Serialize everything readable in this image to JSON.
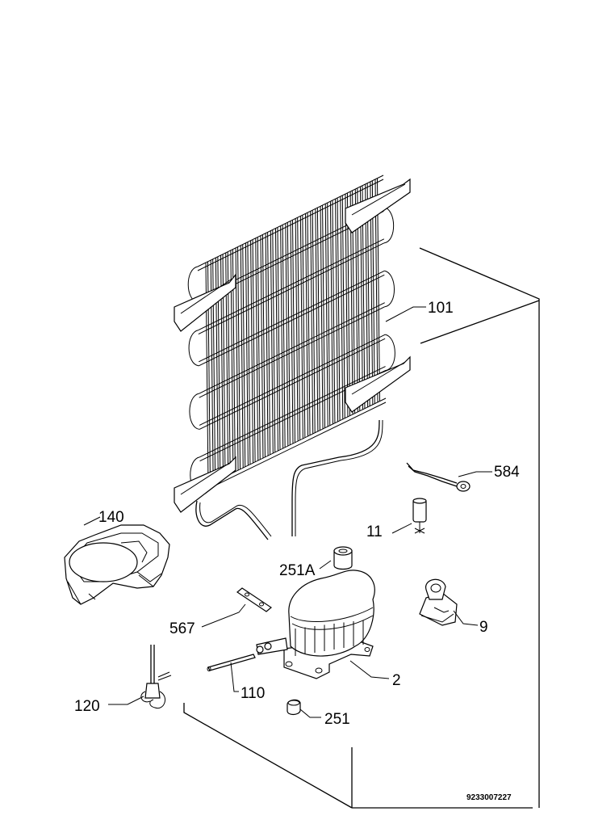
{
  "diagram": {
    "document_number": "9233007227",
    "parts": [
      {
        "id": "condenser",
        "label": "101"
      },
      {
        "id": "sensor-cable",
        "label": "584"
      },
      {
        "id": "relay",
        "label": "11"
      },
      {
        "id": "drip-tray",
        "label": "140"
      },
      {
        "id": "grommet-a",
        "label": "251A"
      },
      {
        "id": "bracket",
        "label": "567"
      },
      {
        "id": "starter-clamp",
        "label": "9"
      },
      {
        "id": "compressor",
        "label": "2"
      },
      {
        "id": "tube",
        "label": "110"
      },
      {
        "id": "drier",
        "label": "120"
      },
      {
        "id": "grommet",
        "label": "251"
      }
    ]
  }
}
